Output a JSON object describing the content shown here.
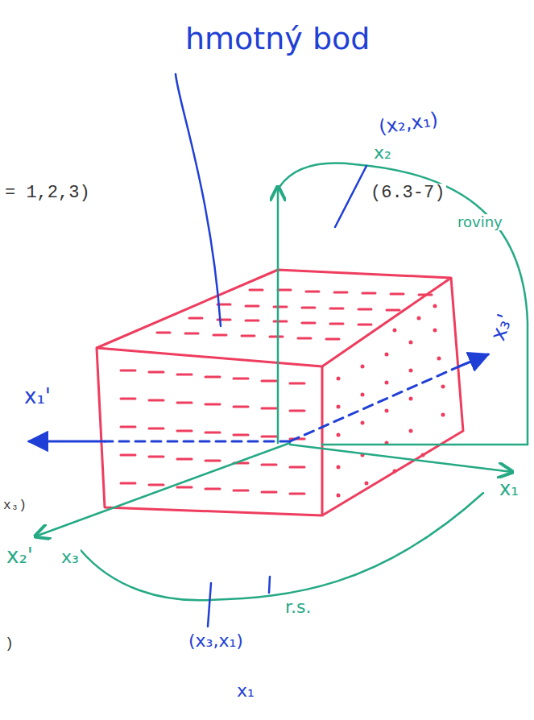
{
  "diagram": {
    "labels": [
      "hmotný bod",
      "(x₂,x₁)",
      "x₂",
      "= 1,2,3)",
      "(6.3-7)",
      "roviny",
      "x₃'",
      "x₁'",
      "x₃)",
      "x₁",
      "x₂'",
      "x₃",
      "r.s.",
      "(x₃,x₁)",
      "x₁",
      ")"
    ]
  }
}
